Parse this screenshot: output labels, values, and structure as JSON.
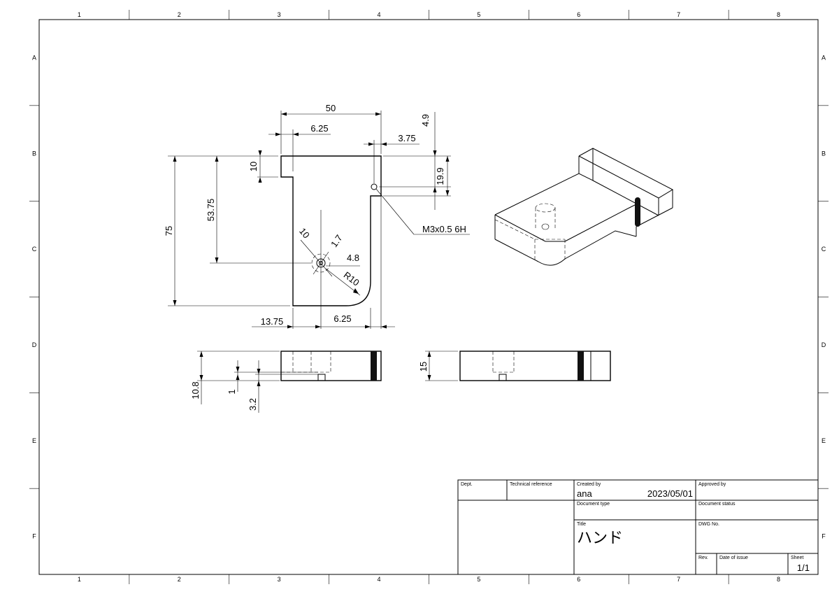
{
  "drawing": {
    "zones": {
      "columns": [
        "1",
        "2",
        "3",
        "4",
        "5",
        "6",
        "7",
        "8"
      ],
      "rows": [
        "A",
        "B",
        "C",
        "D",
        "E",
        "F"
      ]
    },
    "dimensions": {
      "overall_width": "50",
      "left_step_width": "6.25",
      "right_slot_offset": "3.75",
      "top_offset_vertical": "4.9",
      "step_height": "10",
      "hole_vertical_offset": "19.9",
      "overall_height": "75",
      "hole_height": "53.75",
      "hole_circle_dia": "10",
      "hole_inner": "1.7",
      "hole_offset": "4.8",
      "corner_radius": "R10",
      "hole_x_from_left": "13.75",
      "right_edge_offset": "6.25",
      "thread_callout": "M3x0.5 6H",
      "side_height": "10.8",
      "side_small": "1",
      "side_pocket": "3.2",
      "front_height": "15"
    }
  },
  "title_block": {
    "dept_label": "Dept.",
    "tech_ref_label": "Technical reference",
    "created_by_label": "Created by",
    "created_by": "ana",
    "date": "2023/05/01",
    "approved_by_label": "Approved by",
    "doc_type_label": "Document type",
    "doc_status_label": "Document status",
    "title_label": "Title",
    "title": "ハンド",
    "dwg_no_label": "DWG No.",
    "rev_label": "Rev.",
    "date_of_issue_label": "Date of issue",
    "sheet_label": "Sheet",
    "sheet": "1/1"
  }
}
